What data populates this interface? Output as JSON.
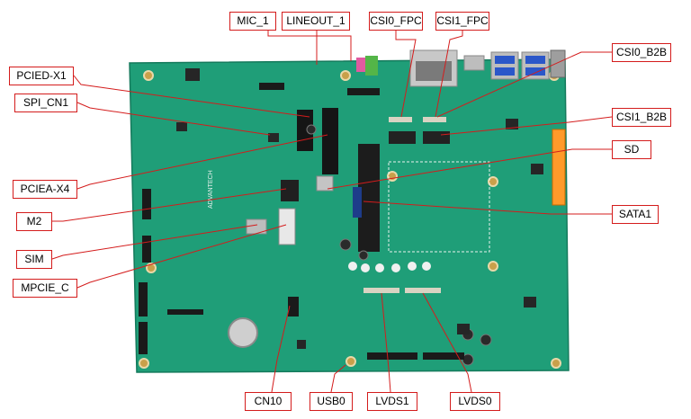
{
  "colors": {
    "board": "#1f9e78",
    "board_dark": "#157a5c",
    "callout": "#d41c1c",
    "silk": "#e8f2ee"
  },
  "labels": {
    "mic_1": "MIC_1",
    "lineout_1": "LINEOUT_1",
    "csi0_fpc": "CSI0_FPC",
    "csi1_fpc": "CSI1_FPC",
    "csi0_b2b": "CSI0_B2B",
    "pcied_x1": "PCIED-X1",
    "spi_cn1": "SPI_CN1",
    "csi1_b2b": "CSI1_B2B",
    "sd": "SD",
    "pciea_x4": "PCIEA-X4",
    "sata1": "SATA1",
    "m2": "M2",
    "sim": "SIM",
    "mpcie_c": "MPCIE_C",
    "cn10": "CN10",
    "usb0": "USB0",
    "lvds1": "LVDS1",
    "lvds0": "LVDS0"
  },
  "board_marking": "ADVANTECH"
}
